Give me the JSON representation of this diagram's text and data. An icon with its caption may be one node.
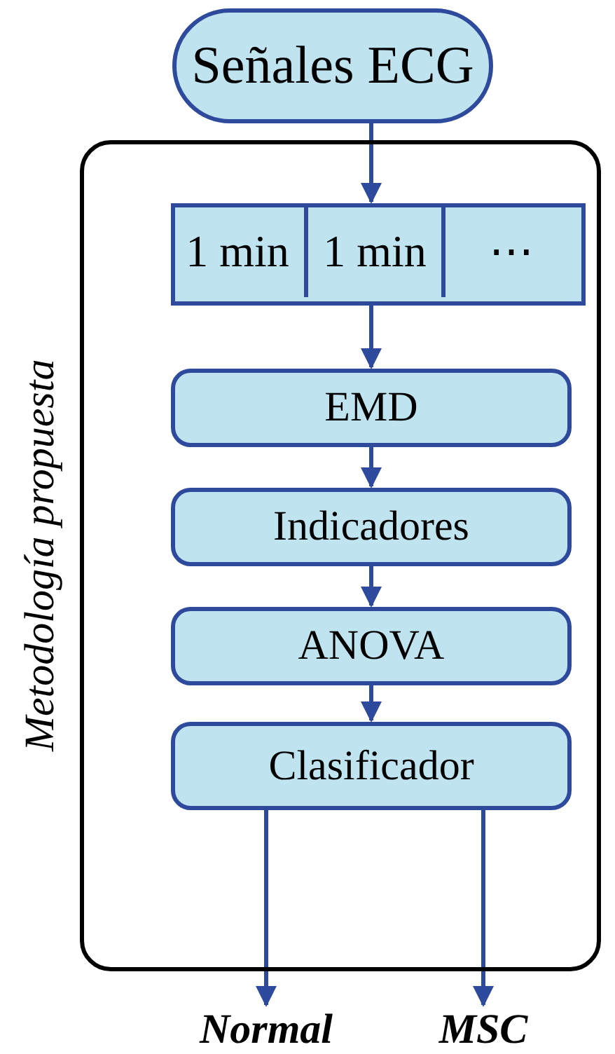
{
  "diagram": {
    "nodes": [
      {
        "text": [
          "Señales ECG"
        ]
      },
      {
        "text": [
          "Metodología propuesta"
        ]
      },
      {
        "text": [],
        "shape": "box",
        "in": 1
      },
      {
        "text": [
          "1 min"
        ],
        "in": 2
      },
      {
        "text": [
          "1 min"
        ],
        "in": 2
      },
      {
        "text": [
          "⋯"
        ],
        "in": 2
      },
      {
        "text": [
          "EMD"
        ],
        "in": 1
      },
      {
        "text": [
          "Indicadores"
        ],
        "in": 1
      },
      {
        "text": [
          "ANOVA"
        ],
        "in": 1
      },
      {
        "text": [
          "Clasificador"
        ],
        "in": 1
      },
      {
        "text": [
          "Normal"
        ]
      },
      {
        "text": [
          "MSC"
        ]
      }
    ],
    "edges": [
      {
        "from": 0,
        "to": 2,
        "arrow": "to"
      },
      {
        "from": 2,
        "to": 6,
        "arrow": "to"
      },
      {
        "from": 6,
        "to": 7,
        "arrow": "to"
      },
      {
        "from": 7,
        "to": 8,
        "arrow": "to"
      },
      {
        "from": 8,
        "to": 9,
        "arrow": "to"
      },
      {
        "from": 9,
        "to": 10,
        "arrow": "to"
      },
      {
        "from": 9,
        "to": 11,
        "arrow": "to"
      }
    ]
  }
}
